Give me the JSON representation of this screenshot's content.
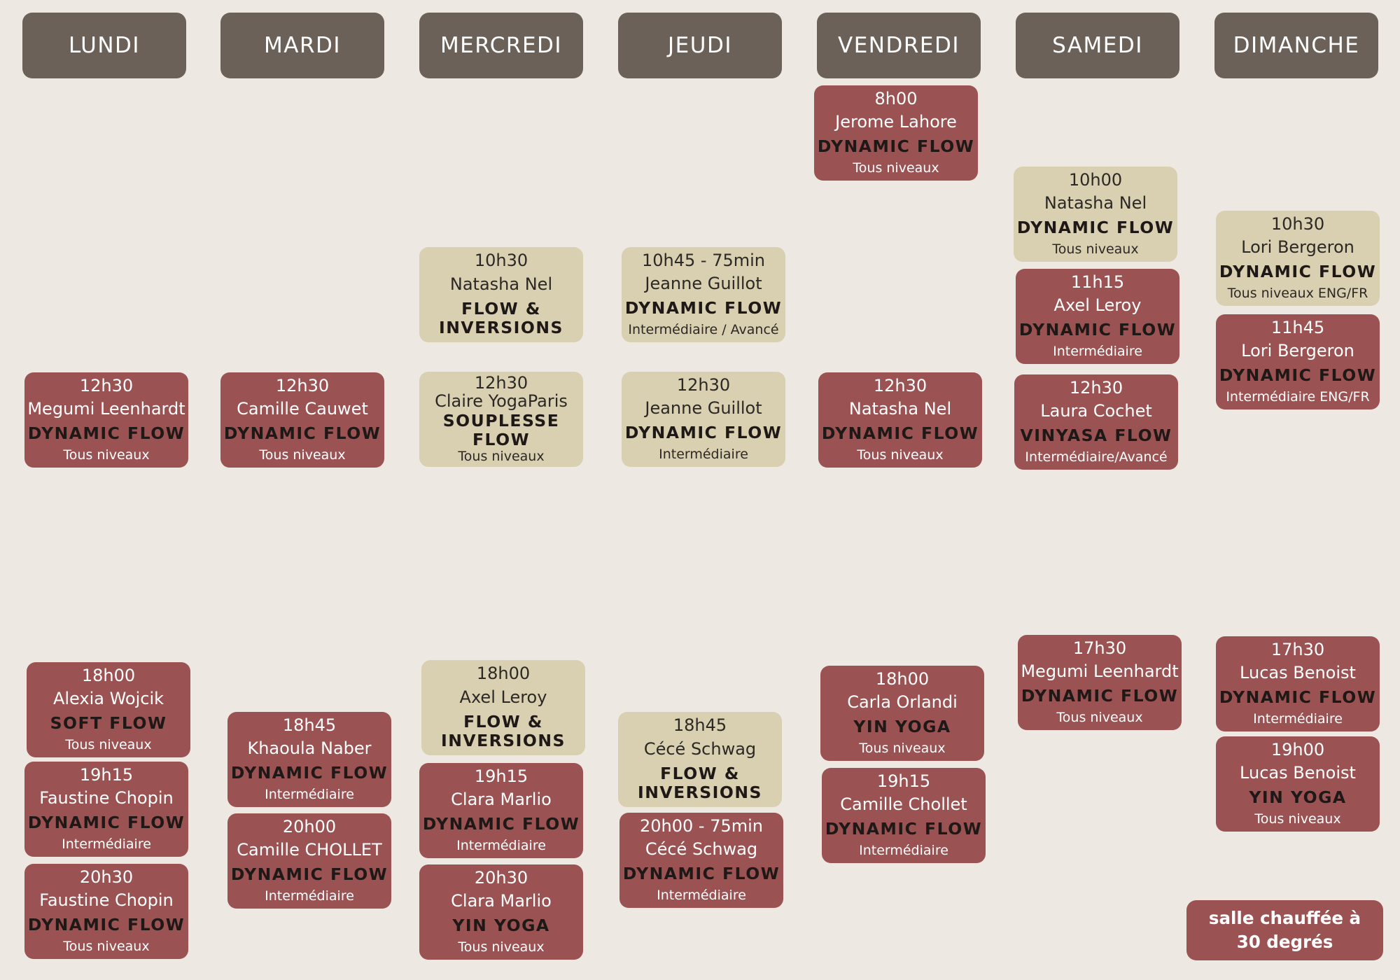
{
  "days": [
    "LUNDI",
    "MARDI",
    "MERCREDI",
    "JEUDI",
    "VENDREDI",
    "SAMEDI",
    "DIMANCHE"
  ],
  "sessions": {
    "lundi": [
      {
        "time": "12h30",
        "teacher": "Megumi Leenhardt",
        "cls": "DYNAMIC FLOW",
        "level": "Tous niveaux",
        "color": "red"
      },
      {
        "time": "18h00",
        "teacher": "Alexia Wojcik",
        "cls": "SOFT FLOW",
        "level": "Tous niveaux",
        "color": "red"
      },
      {
        "time": "19h15",
        "teacher": "Faustine Chopin",
        "cls": "DYNAMIC FLOW",
        "level": "Intermédiaire",
        "color": "red"
      },
      {
        "time": "20h30",
        "teacher": "Faustine Chopin",
        "cls": "DYNAMIC FLOW",
        "level": "Tous niveaux",
        "color": "red"
      }
    ],
    "mardi": [
      {
        "time": "12h30",
        "teacher": "Camille Cauwet",
        "cls": "DYNAMIC FLOW",
        "level": "Tous niveaux",
        "color": "red"
      },
      {
        "time": "18h45",
        "teacher": "Khaoula Naber",
        "cls": "DYNAMIC FLOW",
        "level": "Intermédiaire",
        "color": "red"
      },
      {
        "time": "20h00",
        "teacher": "Camille CHOLLET",
        "cls": "DYNAMIC FLOW",
        "level": "Intermédiaire",
        "color": "red"
      }
    ],
    "mercredi": [
      {
        "time": "10h30",
        "teacher": "Natasha Nel",
        "cls": "FLOW &\nINVERSIONS",
        "level": "",
        "color": "beige"
      },
      {
        "time": "12h30",
        "teacher": "Claire YogaParis",
        "cls": "SOUPLESSE FLOW",
        "level": "Tous niveaux",
        "color": "beige"
      },
      {
        "time": "18h00",
        "teacher": "Axel Leroy",
        "cls": "FLOW &\nINVERSIONS",
        "level": "",
        "color": "beige"
      },
      {
        "time": "19h15",
        "teacher": "Clara Marlio",
        "cls": "DYNAMIC FLOW",
        "level": "Intermédiaire",
        "color": "red"
      },
      {
        "time": "20h30",
        "teacher": "Clara Marlio",
        "cls": "YIN YOGA",
        "level": "Tous niveaux",
        "color": "red"
      }
    ],
    "jeudi": [
      {
        "time": "10h45 - 75min",
        "teacher": "Jeanne Guillot",
        "cls": "DYNAMIC FLOW",
        "level": "Intermédiaire / Avancé",
        "color": "beige"
      },
      {
        "time": "12h30",
        "teacher": "Jeanne Guillot",
        "cls": "DYNAMIC FLOW",
        "level": "Intermédiaire",
        "color": "beige"
      },
      {
        "time": "18h45",
        "teacher": "Cécé Schwag",
        "cls": "FLOW &\nINVERSIONS",
        "level": "",
        "color": "beige"
      },
      {
        "time": "20h00 - 75min",
        "teacher": "Cécé Schwag",
        "cls": "DYNAMIC FLOW",
        "level": "Intermédiaire",
        "color": "red"
      }
    ],
    "vendredi": [
      {
        "time": "8h00",
        "teacher": "Jerome Lahore",
        "cls": "DYNAMIC FLOW",
        "level": "Tous niveaux",
        "color": "red"
      },
      {
        "time": "12h30",
        "teacher": "Natasha Nel",
        "cls": "DYNAMIC FLOW",
        "level": "Tous niveaux",
        "color": "red"
      },
      {
        "time": "18h00",
        "teacher": "Carla Orlandi",
        "cls": "YIN YOGA",
        "level": "Tous niveaux",
        "color": "red"
      },
      {
        "time": "19h15",
        "teacher": "Camille Chollet",
        "cls": "DYNAMIC FLOW",
        "level": "Intermédiaire",
        "color": "red"
      }
    ],
    "samedi": [
      {
        "time": "10h00",
        "teacher": "Natasha Nel",
        "cls": "DYNAMIC FLOW",
        "level": "Tous niveaux",
        "color": "beige"
      },
      {
        "time": "11h15",
        "teacher": "Axel Leroy",
        "cls": "DYNAMIC FLOW",
        "level": "Intermédiaire",
        "color": "red"
      },
      {
        "time": "12h30",
        "teacher": "Laura Cochet",
        "cls": "VINYASA FLOW",
        "level": "Intermédiaire/Avancé",
        "color": "red"
      },
      {
        "time": "17h30",
        "teacher": "Megumi Leenhardt",
        "cls": "DYNAMIC FLOW",
        "level": "Tous niveaux",
        "color": "red"
      }
    ],
    "dimanche": [
      {
        "time": "10h30",
        "teacher": "Lori Bergeron",
        "cls": "DYNAMIC FLOW",
        "level": "Tous niveaux ENG/FR",
        "color": "beige"
      },
      {
        "time": "11h45",
        "teacher": "Lori Bergeron",
        "cls": "DYNAMIC FLOW",
        "level": "Intermédiaire  ENG/FR",
        "color": "red"
      },
      {
        "time": "17h30",
        "teacher": "Lucas Benoist",
        "cls": "DYNAMIC FLOW",
        "level": "Intermédiaire",
        "color": "red"
      },
      {
        "time": "19h00",
        "teacher": "Lucas Benoist",
        "cls": "YIN YOGA",
        "level": "Tous niveaux",
        "color": "red"
      }
    ]
  },
  "note": "salle chauffée à\n30 degrés",
  "colors": {
    "header": "#6c6158",
    "red": "#9b5253",
    "beige": "#d9cfb1",
    "background": "#ede9e2"
  }
}
